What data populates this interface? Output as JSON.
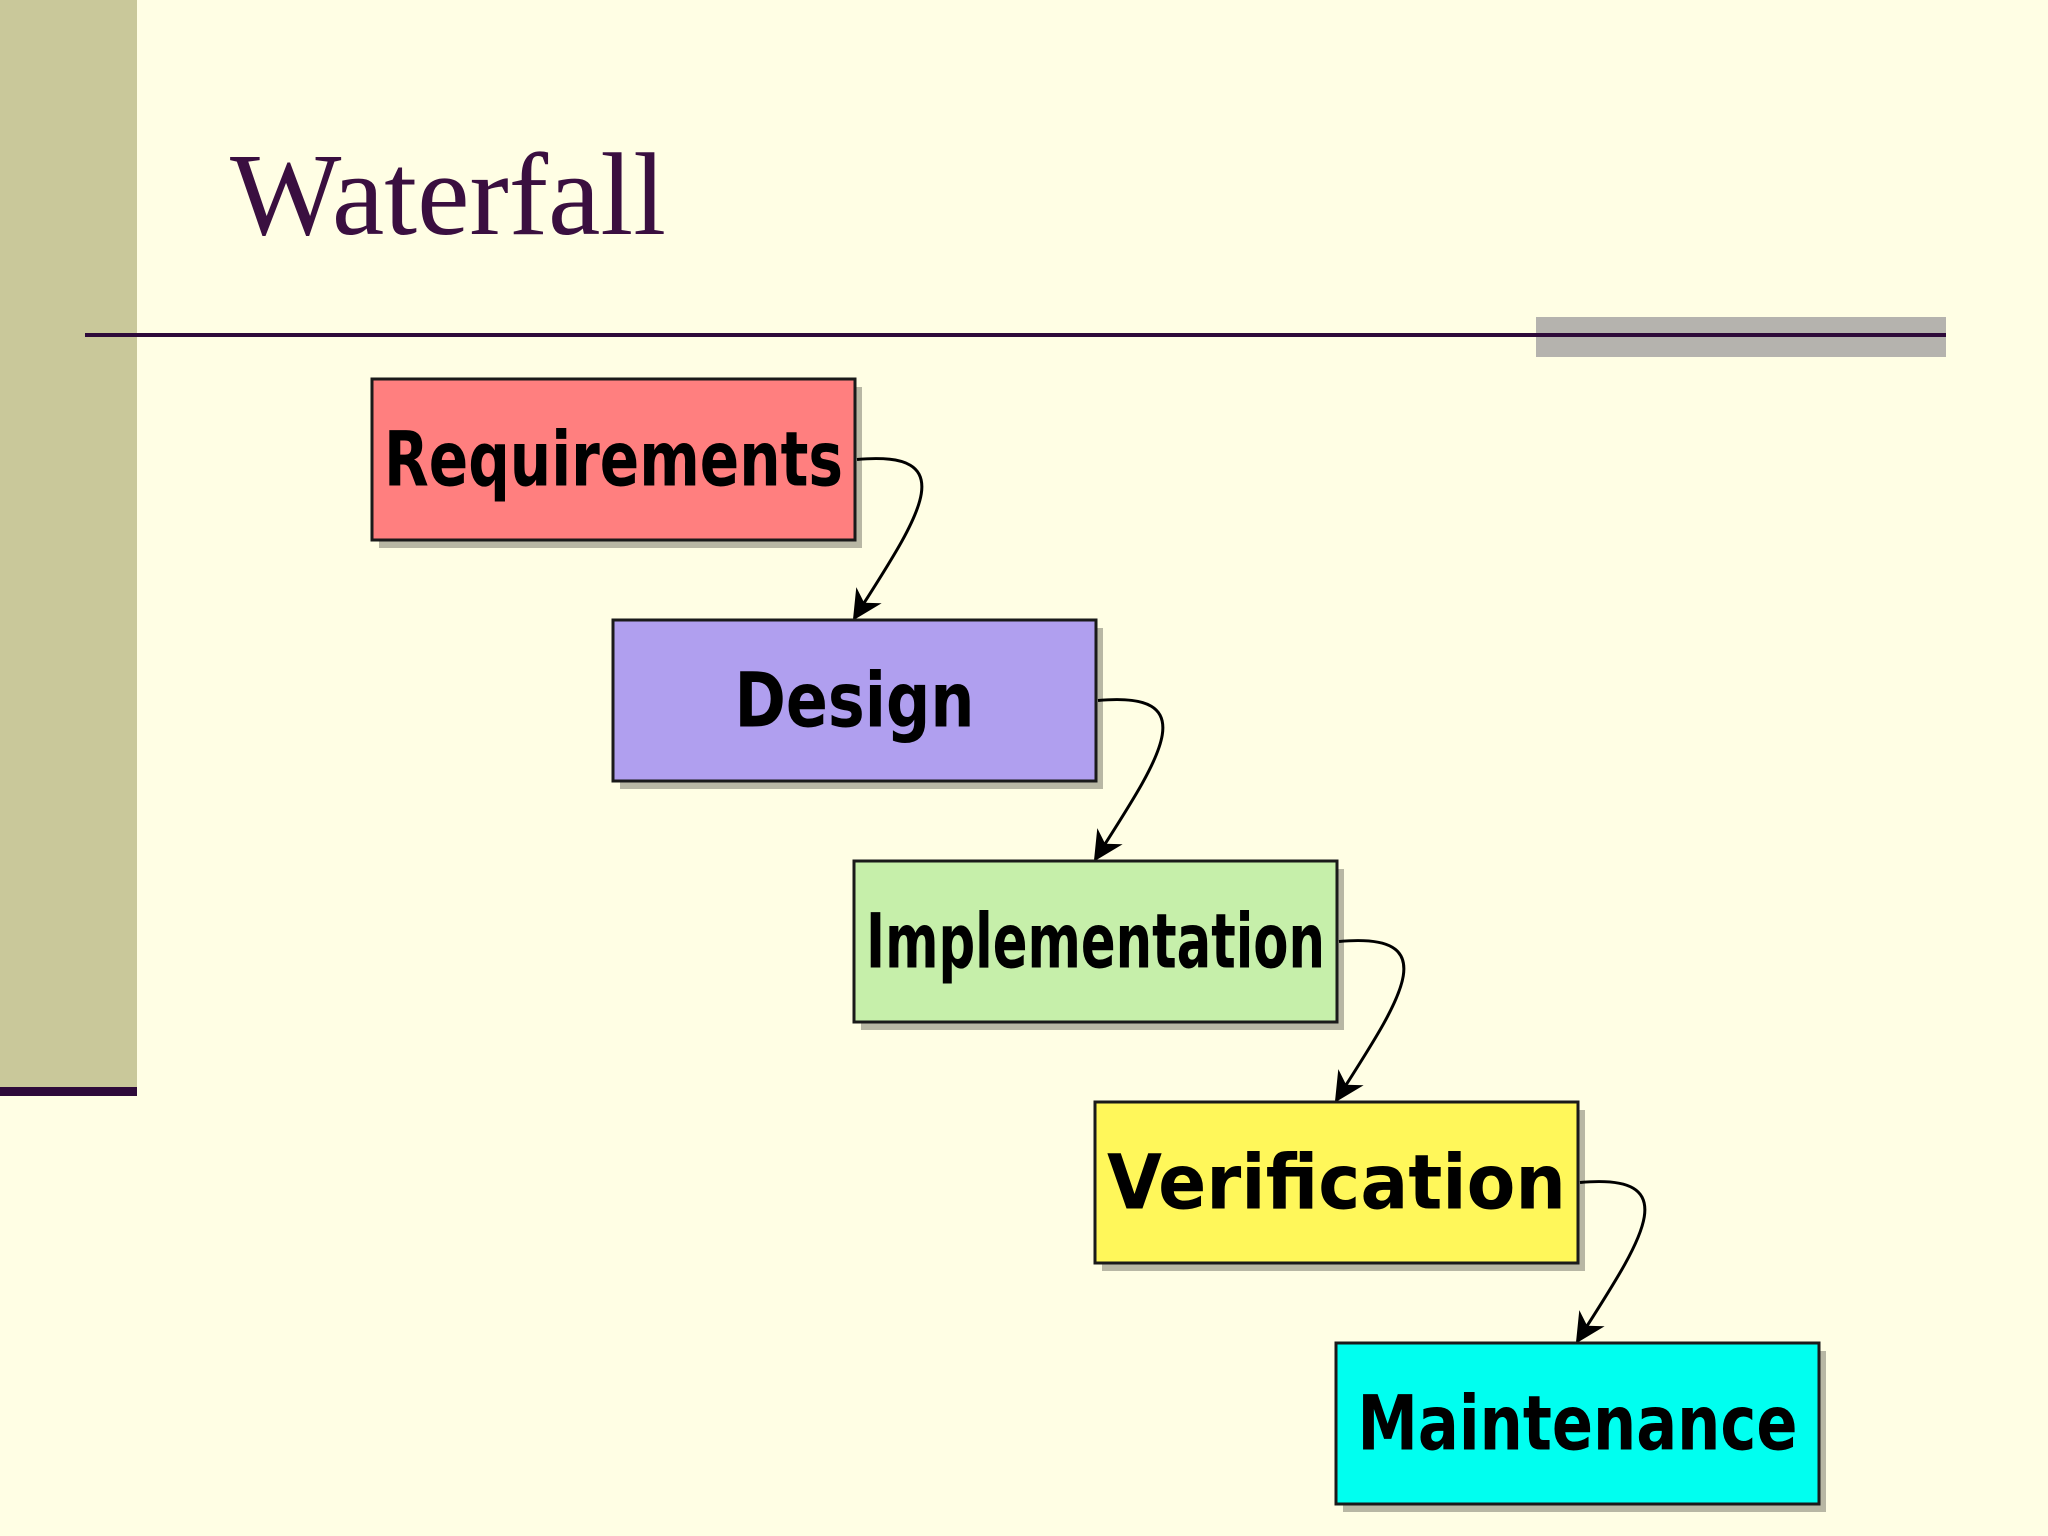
{
  "slide": {
    "title": "Waterfall"
  },
  "diagram": {
    "stages": [
      {
        "label": "Requirements",
        "color": "#FF7F7F"
      },
      {
        "label": "Design",
        "color": "#B09FEF"
      },
      {
        "label": "Implementation",
        "color": "#C6EFAA"
      },
      {
        "label": "Verification",
        "color": "#FFF75A"
      },
      {
        "label": "Maintenance",
        "color": "#00FFF0"
      }
    ],
    "flow": "each stage flows into the next"
  },
  "colors": {
    "background": "#FFFEE4",
    "sidebar": "#C9C89A",
    "accent": "#2E0A3A",
    "title": "#3A0F40"
  }
}
